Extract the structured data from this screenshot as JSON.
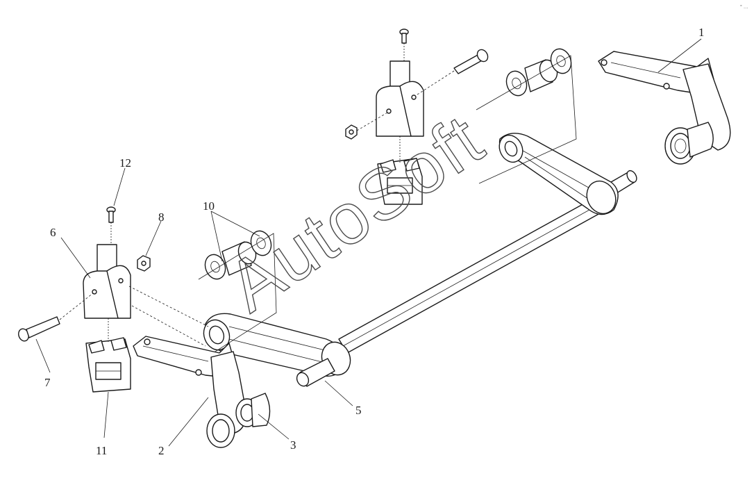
{
  "watermark": "AutoSoft",
  "corner_mark": "° …",
  "callouts": [
    "1",
    "2",
    "3",
    "5",
    "6",
    "7",
    "8",
    "10",
    "11",
    "12"
  ],
  "icons": {
    "parts": [
      "stabilizer-bar",
      "bushing",
      "bracket",
      "bolt",
      "nut",
      "link-arm",
      "clamp"
    ]
  }
}
